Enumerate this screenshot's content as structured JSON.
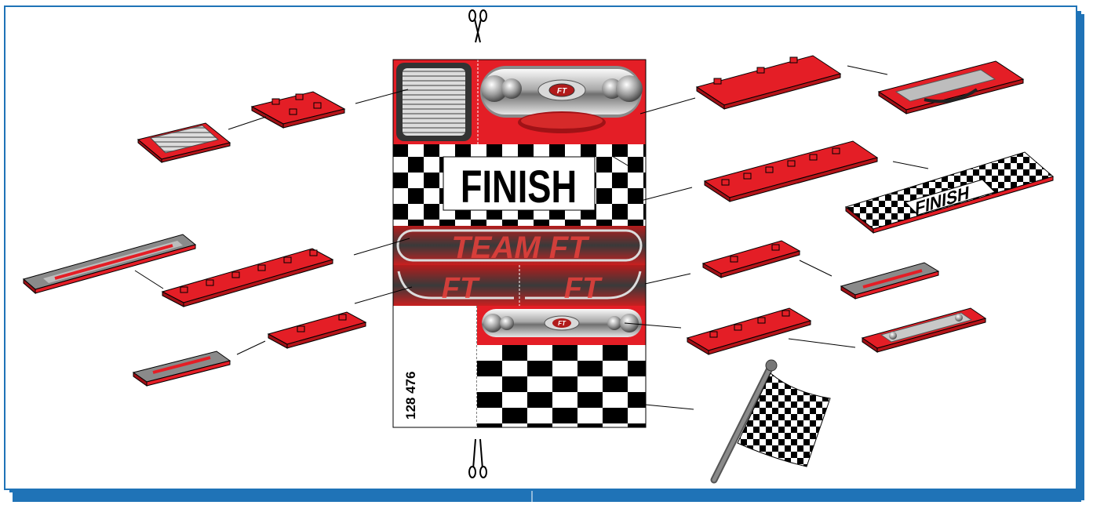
{
  "sheet": {
    "label_finish": "FINISH",
    "label_team": "TEAM FT",
    "label_ft": "FT",
    "grille_badge": "FT",
    "article_number": "128 476"
  },
  "colors": {
    "frame_blue": "#1f73b7",
    "shadow_blue": "#1f73b7",
    "plate_red": "#e41e26",
    "plate_dark": "#9e1016",
    "checker_black": "#000000",
    "chrome_light": "#e8e8e8",
    "chrome_dark": "#7a7a7a"
  },
  "icons": {
    "top_cut_mark": "scissors-icon",
    "bottom_cut_mark": "scissors-icon",
    "flag": "checkered-flag-icon"
  }
}
